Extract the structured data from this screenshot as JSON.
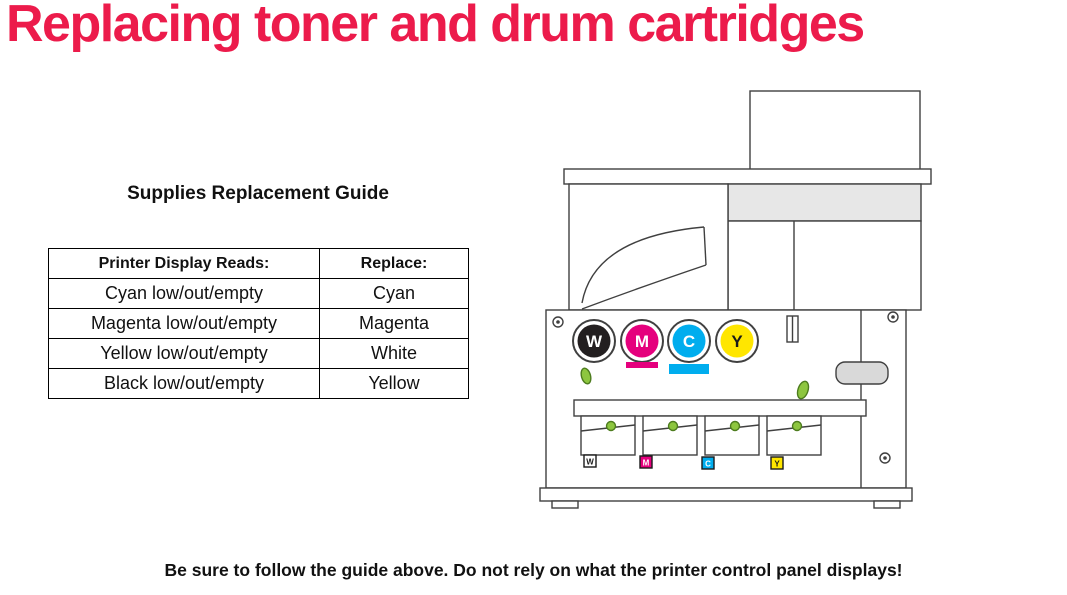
{
  "title": "Replacing toner and drum cartridges",
  "colors": {
    "title_red": "#ec1b4b",
    "handle_green": "#8dc63f"
  },
  "guide": {
    "heading": "Supplies Replacement Guide",
    "table": {
      "headers": [
        "Printer Display Reads:",
        "Replace:"
      ],
      "rows": [
        {
          "display": "Cyan low/out/empty",
          "replace": "Cyan"
        },
        {
          "display": "Magenta low/out/empty",
          "replace": "Magenta"
        },
        {
          "display": "Yellow low/out/empty",
          "replace": "White"
        },
        {
          "display": "Black low/out/empty",
          "replace": "Yellow"
        }
      ]
    }
  },
  "illustration": {
    "cartridges": [
      {
        "label": "W",
        "color": "#231f20",
        "letter_color": "#ffffff"
      },
      {
        "label": "M",
        "color": "#e5007d",
        "letter_color": "#ffffff"
      },
      {
        "label": "C",
        "color": "#00adee",
        "letter_color": "#ffffff"
      },
      {
        "label": "Y",
        "color": "#ffe600",
        "letter_color": "#1a1a1a"
      }
    ],
    "tags": [
      {
        "label": "W",
        "fill": "#ffffff",
        "text": "#1a1a1a"
      },
      {
        "label": "M",
        "fill": "#e5007d",
        "text": "#ffffff"
      },
      {
        "label": "C",
        "fill": "#00adee",
        "text": "#ffffff"
      },
      {
        "label": "Y",
        "fill": "#ffe600",
        "text": "#1a1a1a"
      }
    ]
  },
  "footer": "Be sure to follow the guide above. Do not rely on what the printer control panel displays!"
}
